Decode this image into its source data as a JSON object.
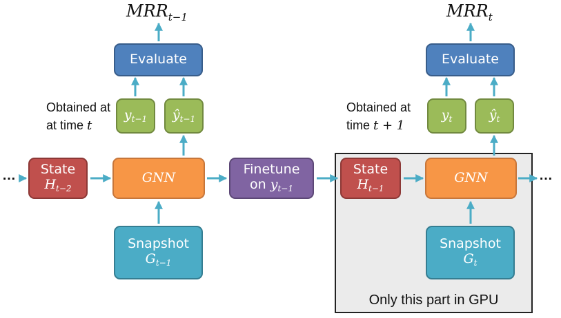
{
  "left": {
    "mrr": {
      "base": "MRR",
      "sub": "t−1"
    },
    "evaluate_label": "Evaluate",
    "y_true": {
      "base": "y",
      "sub": "t−1"
    },
    "y_pred": {
      "base": "ŷ",
      "sub": "t−1"
    },
    "obtained_line1": "Obtained at",
    "obtained_line2_text": "at time ",
    "obtained_line2_var": "t",
    "state_label": "State",
    "state_var": {
      "base": "H",
      "sub": "t−2"
    },
    "gnn_label": "GNN",
    "snapshot_label": "Snapshot",
    "snapshot_var": {
      "base": "G",
      "sub": "t−1"
    }
  },
  "middle": {
    "finetune_line1": "Finetune",
    "finetune_line2": "on ",
    "finetune_var": {
      "base": "y",
      "sub": "t−1"
    }
  },
  "right": {
    "mrr": {
      "base": "MRR",
      "sub": "t"
    },
    "evaluate_label": "Evaluate",
    "y_true": {
      "base": "y",
      "sub": "t"
    },
    "y_pred": {
      "base": "ŷ",
      "sub": "t"
    },
    "obtained_line1": "Obtained at",
    "obtained_line2_text": "time ",
    "obtained_line2_var": "t + 1",
    "state_label": "State",
    "state_var": {
      "base": "H",
      "sub": "t−1"
    },
    "gnn_label": "GNN",
    "snapshot_label": "Snapshot",
    "snapshot_var": {
      "base": "G",
      "sub": "t"
    }
  },
  "gpu_caption": "Only this part in GPU",
  "ellipsis": "…",
  "colors": {
    "arrow": "#4bacc6",
    "state": "#c0504d",
    "gnn": "#f79646",
    "evaluate": "#4f81bd",
    "output": "#9bbb59",
    "finetune": "#8064a2",
    "snapshot": "#4bacc6"
  }
}
